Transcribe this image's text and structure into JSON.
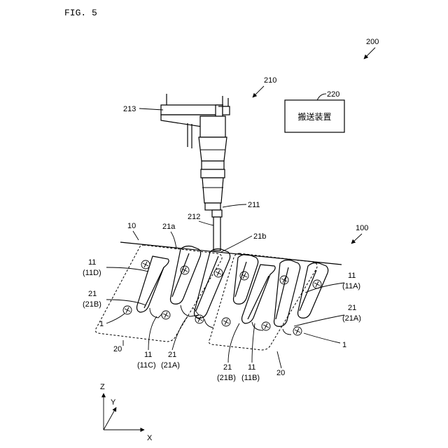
{
  "figure": {
    "title": "FIG. 5",
    "labels": {
      "sys200": "200",
      "robot210": "210",
      "conveyor220": "220",
      "conveyor_text": "搬送装置",
      "hand213": "213",
      "arm211": "211",
      "tip212": "212",
      "plate10": "10",
      "slot21a": "21a",
      "slot21b": "21b",
      "unit100": "100",
      "l11_11D_a": "11",
      "l11_11D_b": "(11D)",
      "l21_21B_a": "21",
      "l21_21B_b": "(21B)",
      "l1_left": "1",
      "l20_left": "20",
      "l11_11C_a": "11",
      "l11_11C_b": "(11C)",
      "l21_21A_a": "21",
      "l21_21A_b": "(21A)",
      "r11_11A_a": "11",
      "r11_11A_b": "(11A)",
      "r21_21A_a": "21",
      "r21_21A_b": "(21A)",
      "r1": "1",
      "b21_21B_a": "21",
      "b21_21B_b": "(21B)",
      "b11_11B_a": "11",
      "b11_11B_b": "(11B)",
      "b20": "20",
      "axis_z": "Z",
      "axis_y": "Y",
      "axis_x": "X"
    }
  }
}
